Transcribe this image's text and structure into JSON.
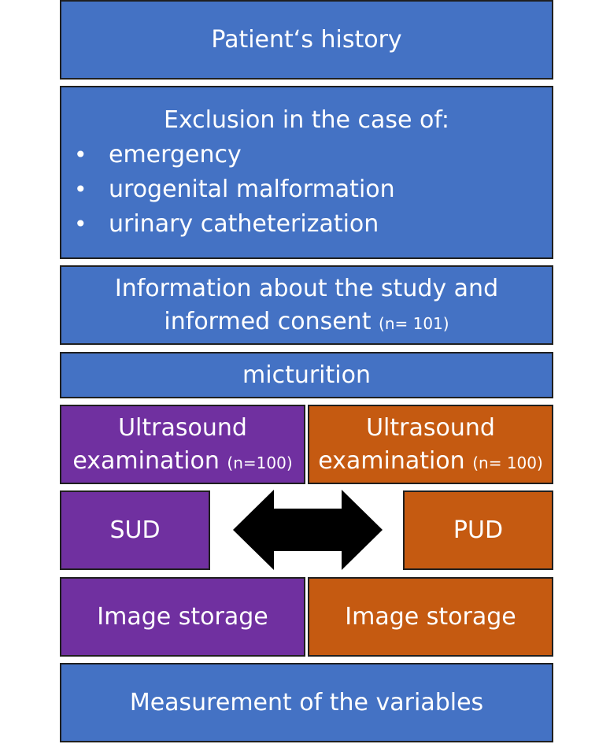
{
  "steps": {
    "history": "Patient‘s history",
    "exclusion_heading": "Exclusion in the case of:",
    "exclusion_items": [
      "emergency",
      "urogenital malformation",
      "urinary catheterization"
    ],
    "bullet_glyph": "•",
    "consent_line1": "Information about the study and",
    "consent_line2": "informed consent",
    "consent_n": "(n= 101)",
    "micturition": "micturition",
    "measurement": "Measurement of the variables"
  },
  "left_branch": {
    "exam_line1": "Ultrasound",
    "exam_line2": "examination",
    "exam_n": "(n=100)",
    "method": "SUD",
    "storage": "Image storage"
  },
  "right_branch": {
    "exam_line1": "Ultrasound",
    "exam_line2": "examination",
    "exam_n": "(n= 100)",
    "method": "PUD",
    "storage": "Image storage"
  },
  "colors": {
    "blue": "#4472c4",
    "purple": "#7030a0",
    "orange": "#c55a11",
    "arrow": "#000000"
  }
}
